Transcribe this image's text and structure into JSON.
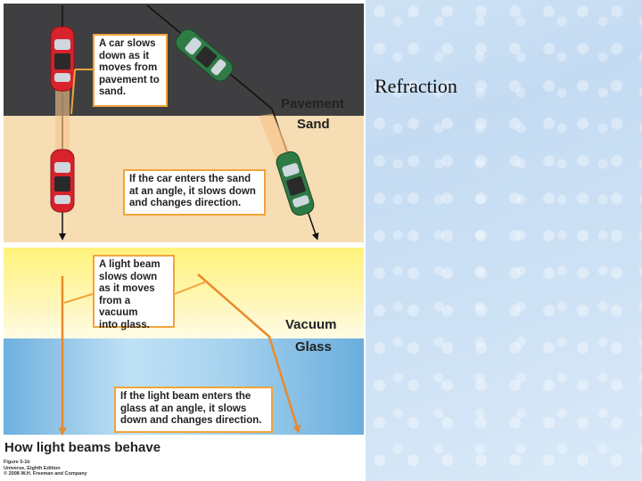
{
  "slide": {
    "title": "Refraction"
  },
  "figure": {
    "callouts": {
      "car_pavement": "A car slows\ndown as it\nmoves from\npavement to\nsand.",
      "car_angle": "If the car enters the sand\nat an angle, it slows down\nand changes direction.",
      "light_vacuum": "A light beam\nslows down\nas it moves\nfrom a vacuum\ninto glass.",
      "light_angle": "If the light beam enters the\nglass at an angle, it slows\ndown and changes direction."
    },
    "labels": {
      "pavement": "Pavement",
      "sand": "Sand",
      "vacuum": "Vacuum",
      "glass": "Glass"
    },
    "caption": "How light beams behave",
    "credit": "Figure 5-1b\nUniverse, Eighth Edition\n© 2008 W.H. Freeman and Company"
  },
  "colors": {
    "pavement": "#3f3f41",
    "sand": "#f7ddb4",
    "callout_border": "#f2a33a",
    "beam": "#e88a2c",
    "car_red": "#d8222c",
    "car_green": "#2f7a45"
  }
}
